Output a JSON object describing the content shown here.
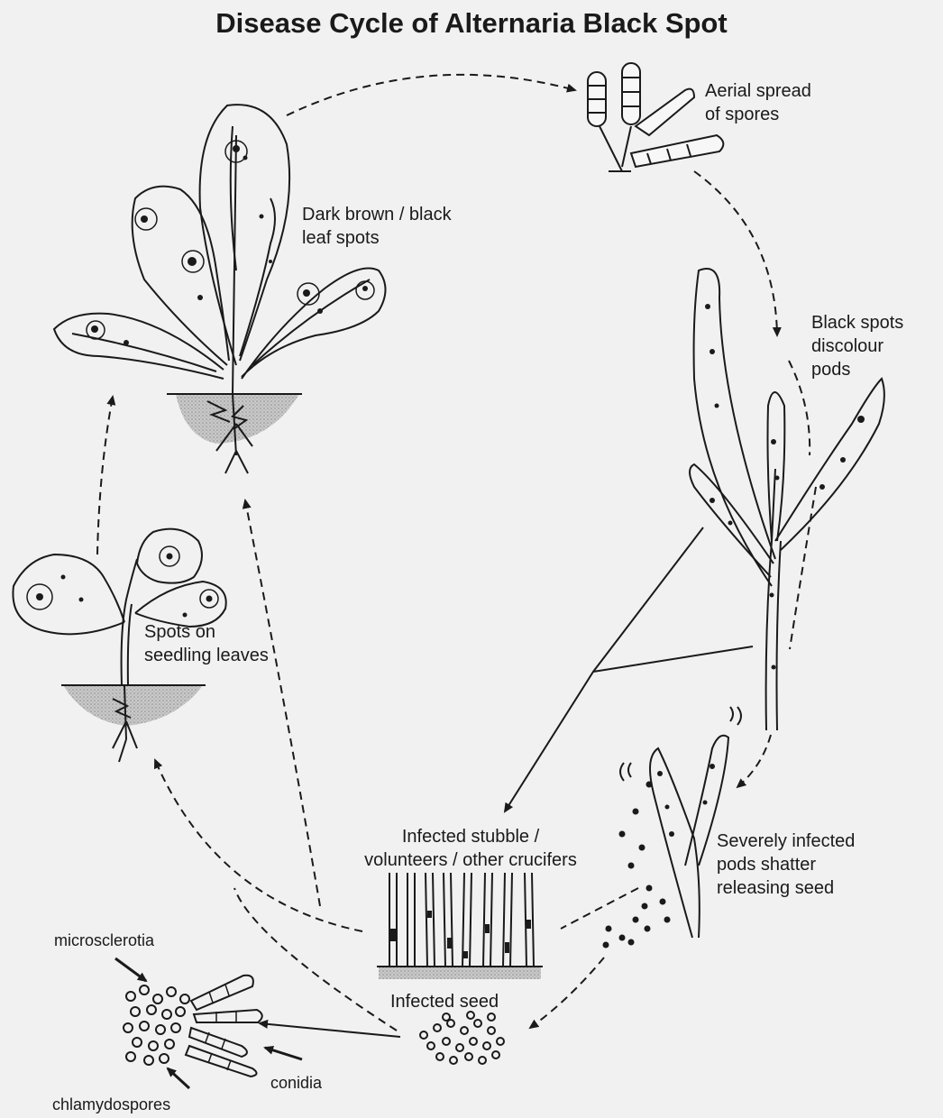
{
  "title": "Disease Cycle of Alternaria Black Spot",
  "labels": {
    "aerial_spread": [
      "Aerial spread",
      "of spores"
    ],
    "leaf_spots": [
      "Dark brown / black",
      "leaf spots"
    ],
    "pod_spots": [
      "Black spots",
      "discolour",
      "pods"
    ],
    "seedling_spots": [
      "Spots on",
      "seedling leaves"
    ],
    "stubble": [
      "Infected stubble /",
      "volunteers / other crucifers"
    ],
    "shatter": [
      "Severely infected",
      "pods shatter",
      "releasing seed"
    ],
    "infected_seed": "Infected seed",
    "microsclerotia": "microsclerotia",
    "conidia": "conidia",
    "chlamydospores": "chlamydospores"
  },
  "colors": {
    "background": "#f1f1f1",
    "ink": "#1a1a1a",
    "soil": "#b8b8b8"
  }
}
